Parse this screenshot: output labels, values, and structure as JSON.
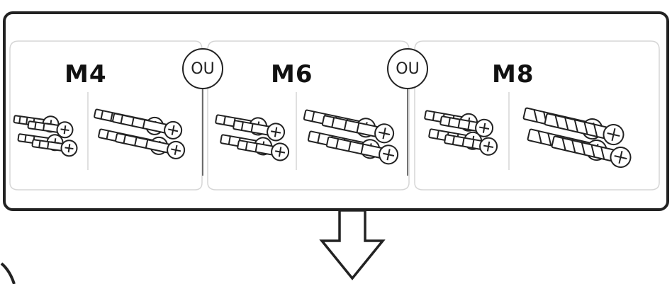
{
  "panel": {
    "groups": [
      {
        "size": "M4"
      },
      {
        "size": "M6"
      },
      {
        "size": "M8"
      }
    ],
    "separators": [
      "OU",
      "OU"
    ]
  },
  "arrow": {
    "direction": "down"
  },
  "colors": {
    "line": "#222222",
    "screw_fill": "#ffffff",
    "light_outline": "#d6d6d6"
  }
}
